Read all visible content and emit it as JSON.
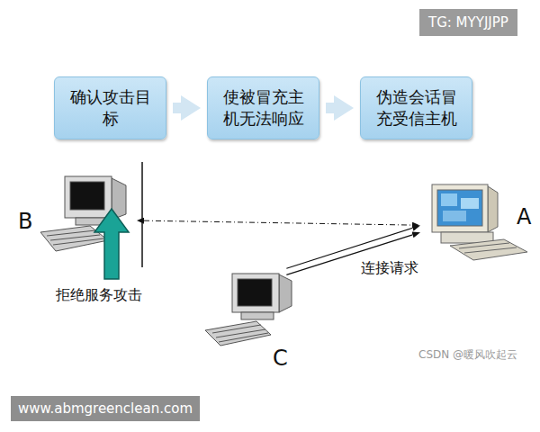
{
  "diagram": {
    "nodes": [
      {
        "text": [
          "确认攻击目标"
        ]
      },
      {
        "text": [
          "使被冒充主机无法响应"
        ]
      },
      {
        "text": [
          "伪造会话冒充受信主机"
        ]
      },
      {
        "text": [
          "B"
        ]
      },
      {
        "text": [
          "A"
        ]
      },
      {
        "text": [
          "C"
        ]
      }
    ],
    "edges": [
      {
        "from": 0,
        "to": 1,
        "arrow": "to"
      },
      {
        "from": 1,
        "to": 2,
        "arrow": "to"
      },
      {
        "from": 3,
        "to": 4,
        "arrow": "both"
      },
      {
        "from": 5,
        "to": 4,
        "arrow": "to",
        "label": "连接请求"
      },
      {
        "from": 5,
        "to": 4,
        "arrow": "to"
      }
    ],
    "labels": [
      "TG: MYYJJPP",
      "拒绝服务攻击",
      "CSDN @暖风吹起云",
      "www.abmgreenclean.com"
    ]
  }
}
